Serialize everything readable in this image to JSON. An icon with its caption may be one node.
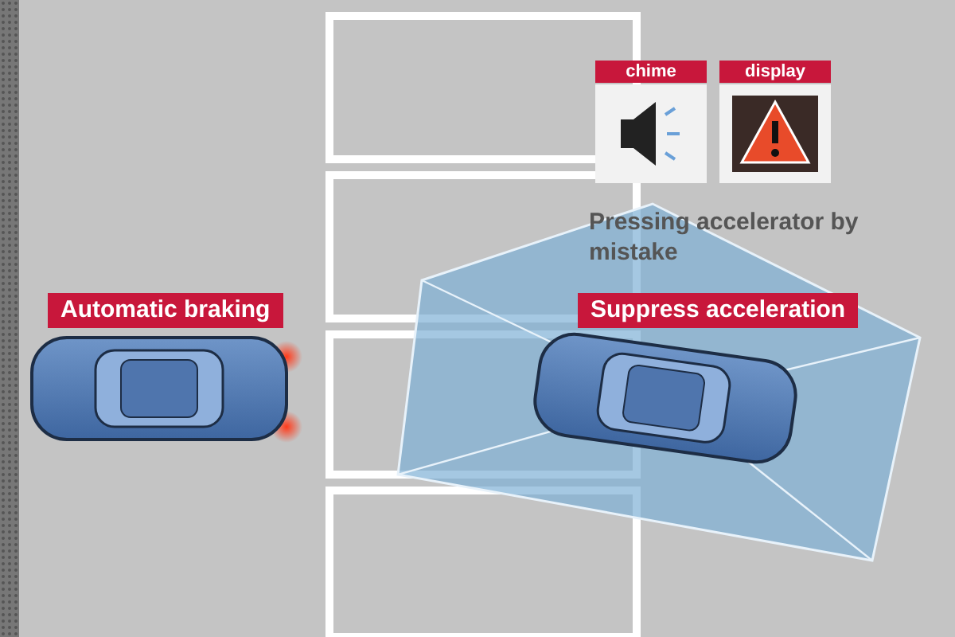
{
  "diagram": {
    "labels": [
      "chime",
      "display",
      "Pressing accelerator by mistake",
      "Automatic braking",
      "Suppress acceleration"
    ]
  }
}
